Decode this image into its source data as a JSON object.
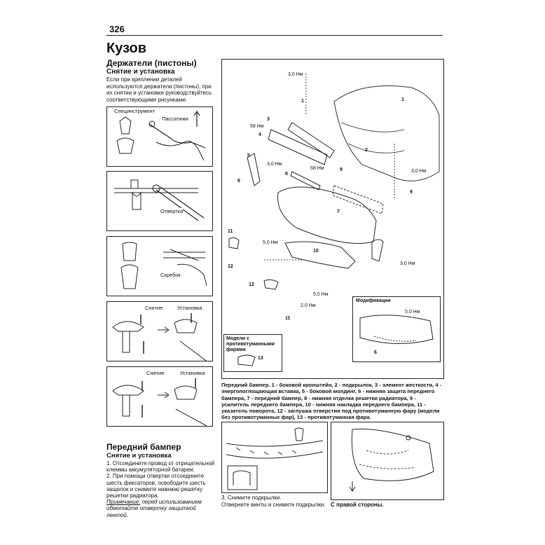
{
  "page": {
    "number": "326",
    "heading": "Кузов"
  },
  "holders": {
    "title": "Держатели (пистоны)",
    "subtitle": "Снятие и установка",
    "intro": "Если при креплении деталей используются держатели (пистоны), при их снятии и установке руководствуйтесь соответствующими рисунками.",
    "fig1": {
      "tool": "Специнструмент",
      "pliers": "Пассатижи"
    },
    "fig2": {
      "screwdriver": "Отвертка"
    },
    "fig3": {
      "scraper": "Скребок"
    },
    "fig4": {
      "remove": "Снятие",
      "install": "Установка"
    },
    "fig5": {
      "remove": "Снятие",
      "install": "Установка"
    }
  },
  "diagram": {
    "numbers": [
      "1",
      "1",
      "2",
      "3",
      "4",
      "5",
      "6",
      "7",
      "8",
      "9",
      "9",
      "10",
      "11",
      "11",
      "12",
      "12",
      "13"
    ],
    "torque": {
      "t30": "3,0 Нм",
      "t50": "5,0 Нм",
      "t20": "2,0 Нм",
      "t58": "58 Нм"
    },
    "mod_title": "Модификации",
    "fog_title": "Модели с противотуманными фарами",
    "inset_num6": "6",
    "inset_num13": "13"
  },
  "caption": "Передний бампер. 1 - боковой кронштейн, 2 - подкрылок, 3 - элемент жесткости, 4 - энергопоглощающая вставка, 5 - боковой молдинг, 6 - нижняя защита переднего бампера, 7 - передний бампер, 8 - нижняя отделка решетки радиатора, 9 - усилитель переднего бампера, 10 - нижняя накладка переднего бампера, 11 - указатель поворота, 12 - заглушка отверстия под противотуманную фару (модели без противотуманных фар), 13 - противотуманная фара.",
  "front_bumper": {
    "title": "Передний бампер",
    "subtitle": "Снятие и установка",
    "step1": "1. Отсоедините провод от отрицательной клеммы аккумуляторной батареи.",
    "step2": "2. При помощи отвертки отсоедините шесть фиксаторов, освободите шесть защелок и снимите нижнюю решетку решетки радиатора.",
    "note_label": "Примечание:",
    "note_text": " перед использованием обмотайте отвертку защитной лентой.",
    "step3_a": "3. Снимите подкрылки.",
    "step3_b": "Отверните винты и снимите подкрылки.",
    "right_side": "С правой стороны."
  }
}
